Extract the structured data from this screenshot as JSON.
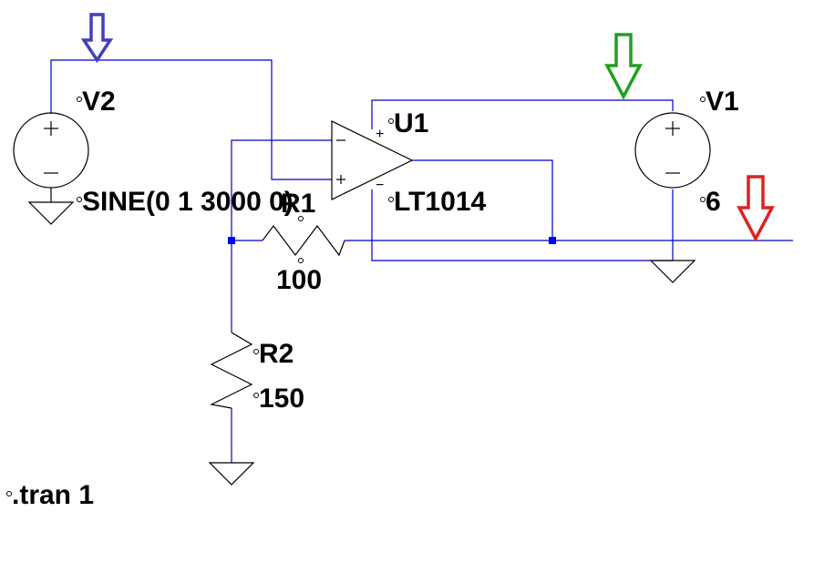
{
  "colors": {
    "wire": "#0000c8",
    "component": "#000000",
    "junction": "#0000ff",
    "arrow_input": "#4040c0",
    "arrow_supply": "#20a020",
    "arrow_output": "#e02020"
  },
  "components": {
    "v2": {
      "ref": "V2",
      "value": "SINE(0 1 3000 0)"
    },
    "v1": {
      "ref": "V1",
      "value": "6"
    },
    "u1": {
      "ref": "U1",
      "value": "LT1014",
      "pin_plus": "+",
      "pin_minus": "−"
    },
    "r1": {
      "ref": "R1",
      "value": "100"
    },
    "r2": {
      "ref": "R2",
      "value": "150"
    }
  },
  "directive": ".tran 1",
  "markers": {
    "input_arrow_icon": "arrow-down-icon",
    "supply_arrow_icon": "arrow-down-icon",
    "output_arrow_icon": "arrow-down-icon"
  }
}
